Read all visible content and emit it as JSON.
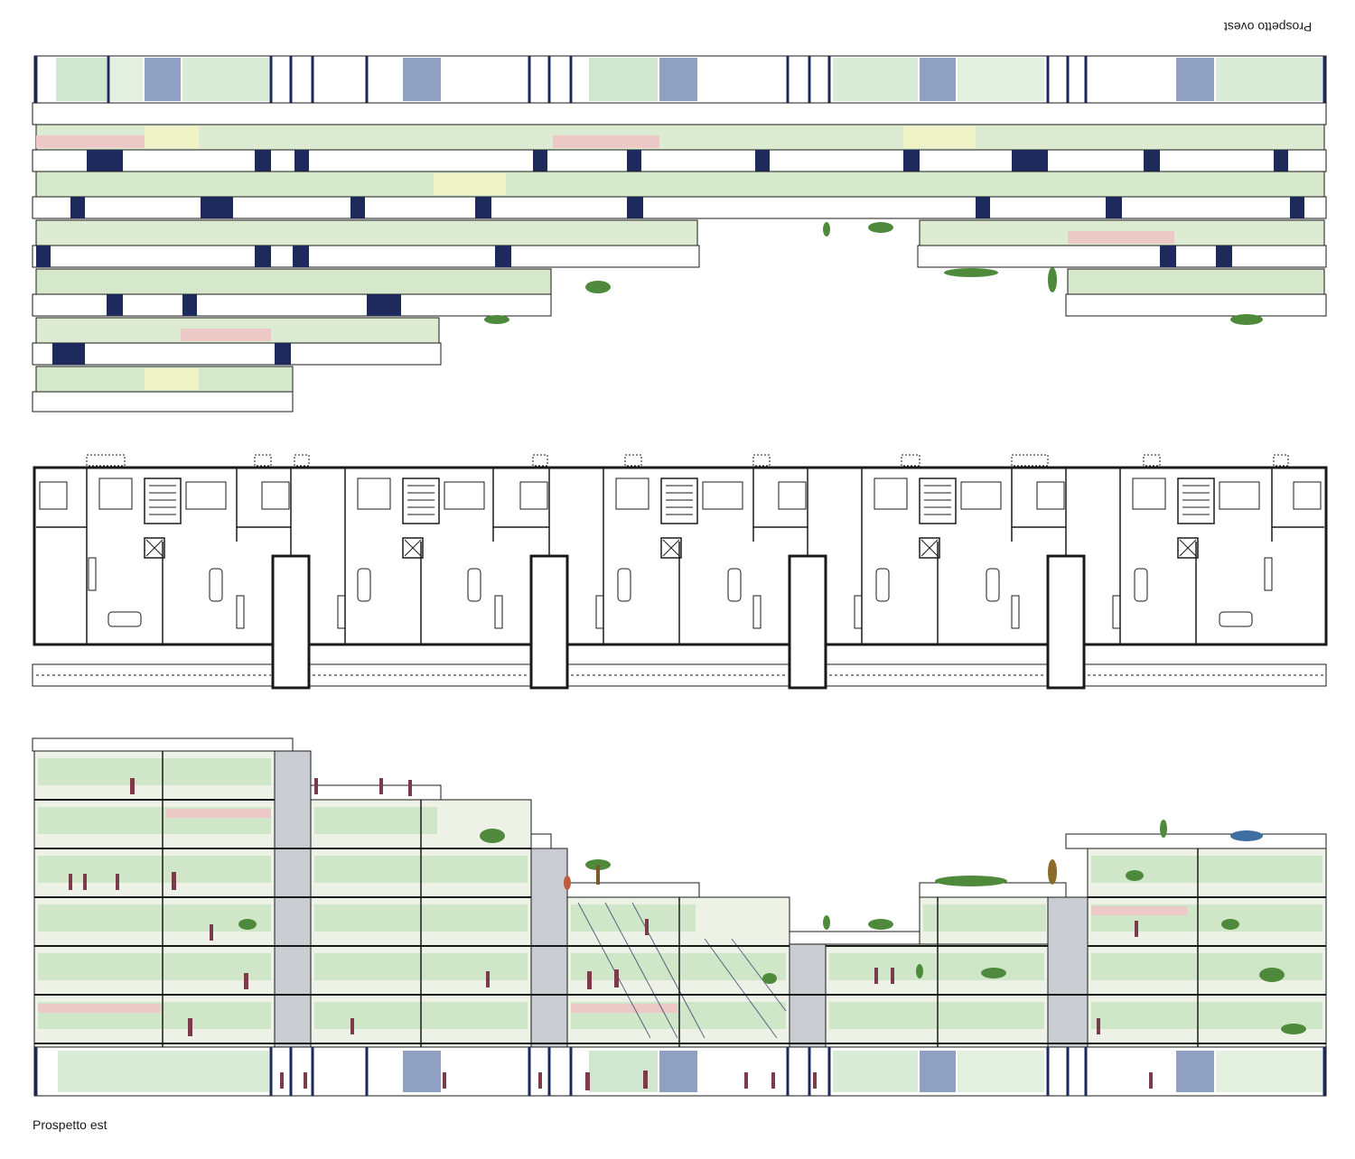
{
  "labels": {
    "west": "Prospetto ovest",
    "east": "Prospetto est"
  },
  "colors": {
    "navy": "#1f2a5c",
    "glass_green": "#cfe6cf",
    "glass_light": "#e4f0df",
    "glass_pink": "#ecc9c6",
    "glass_yellow": "#eef2c4",
    "slab": "#ffffff",
    "line": "#1a1a1a",
    "core_grey": "#8a8f95",
    "plant_green": "#4f8a3c"
  },
  "drawings": [
    {
      "id": "west-elevation",
      "type": "elevation",
      "orientation": "rotated-180"
    },
    {
      "id": "floor-plan",
      "type": "plan"
    },
    {
      "id": "east-elevation",
      "type": "elevation"
    }
  ]
}
